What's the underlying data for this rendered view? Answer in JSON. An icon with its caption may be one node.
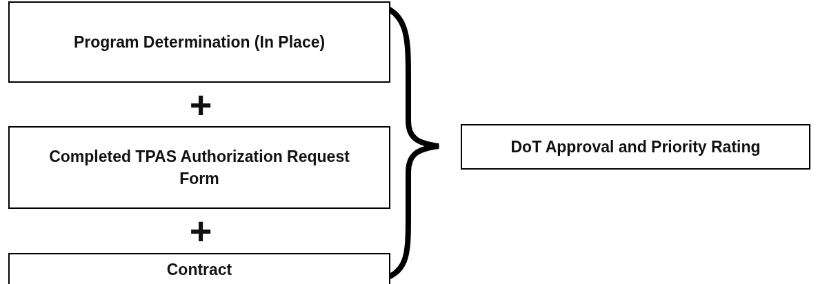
{
  "diagram": {
    "nodes": [
      {
        "text": [
          "Program Determination (In Place)"
        ]
      },
      {
        "text": [
          "Completed TPAS Authorization Request Form"
        ]
      },
      {
        "text": [
          "Contract"
        ]
      },
      {
        "text": [
          "DoT Approval and Priority Rating"
        ]
      }
    ],
    "labels": [
      "+",
      "+"
    ]
  }
}
